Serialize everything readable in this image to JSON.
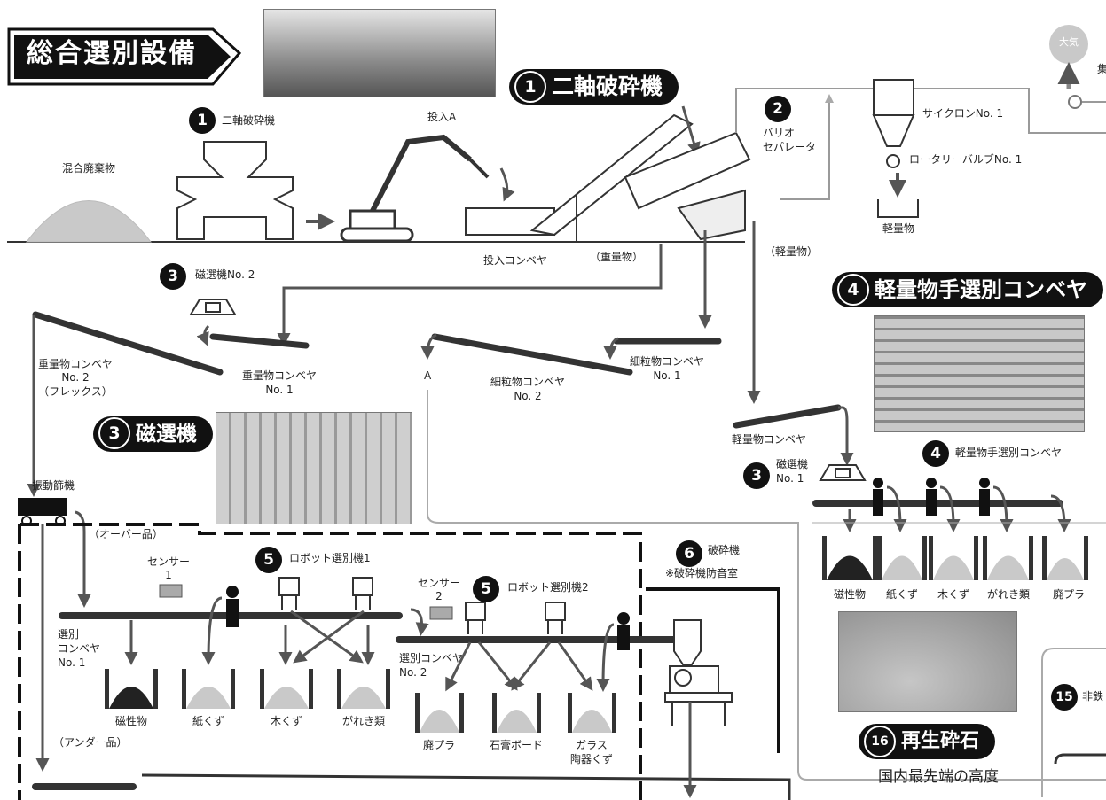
{
  "title": "総合選別設備",
  "sections": {
    "s1": {
      "num": "1",
      "label": "二軸破砕機"
    },
    "s3": {
      "num": "3",
      "label": "磁選機"
    },
    "s4": {
      "num": "4",
      "label": "軽量物手選別コンベヤ"
    },
    "s16": {
      "num": "16",
      "label": "再生砕石"
    }
  },
  "badges": {
    "b1": "1",
    "b2": "2",
    "b3a": "3",
    "b3b": "3",
    "b4": "4",
    "b5a": "5",
    "b5b": "5",
    "b6": "6",
    "b15": "15"
  },
  "labels": {
    "atmosphere": "大気",
    "right_edge_char": "集",
    "mixed_waste": "混合廃棄物",
    "crusher": "二軸破砕機",
    "input_a": "投入A",
    "input_conveyor": "投入コンベヤ",
    "heavy": "（重量物）",
    "light": "（軽量物）",
    "vario_1": "バリオ",
    "vario_2": "セパレータ",
    "cyclone": "サイクロンNo. 1",
    "rotary_valve": "ロータリーバルブNo. 1",
    "light_material": "軽量物",
    "magnet_no2": "磁選機No. 2",
    "heavy_conv2_1": "重量物コンベヤ",
    "heavy_conv2_2": "No. 2",
    "heavy_conv2_3": "（フレックス）",
    "heavy_conv1_1": "重量物コンベヤ",
    "heavy_conv1_2": "No. 1",
    "fine_conv2_1": "細粒物コンベヤ",
    "fine_conv2_2": "No. 2",
    "fine_conv1_1": "細粒物コンベヤ",
    "fine_conv1_2": "No. 1",
    "a_mark_1": "A",
    "light_conveyor": "軽量物コンベヤ",
    "magnet_1": "磁選機",
    "magnet_1_no": "No. 1",
    "hand_sort_conveyor": "軽量物手選別コンベヤ",
    "vibrating_screen": "振動篩機",
    "over": "（オーバー品）",
    "under": "（アンダー品）",
    "sensor1_1": "センサー",
    "sensor1_2": "1",
    "sensor2_1": "センサー",
    "sensor2_2": "2",
    "robot1": "ロボット選別機1",
    "robot2": "ロボット選別機2",
    "sort_conv1_1": "選別",
    "sort_conv1_2": "コンベヤ",
    "sort_conv1_3": "No. 1",
    "sort_conv2_1": "選別コンベヤ",
    "sort_conv2_2": "No. 2",
    "crusher6": "破砕機",
    "crusher6_note": "※破砕機防音室",
    "nonferrous": "非鉄",
    "bottom_text": "国内最先端の高度"
  },
  "bins": {
    "bottom1": [
      "磁性物",
      "紙くず",
      "木くず",
      "がれき類"
    ],
    "bottom2": [
      "廃プラ",
      "石膏ボード",
      "ガラス陶器くず"
    ],
    "bottom2_glass_1": "ガラス",
    "bottom2_glass_2": "陶器くず",
    "right": [
      "磁性物",
      "紙くず",
      "木くず",
      "がれき類",
      "廃プラ"
    ]
  },
  "colors": {
    "ink": "#111111",
    "arrow": "#555555",
    "pile": "#c9c9c9",
    "pipe": "#9a9a9a"
  }
}
